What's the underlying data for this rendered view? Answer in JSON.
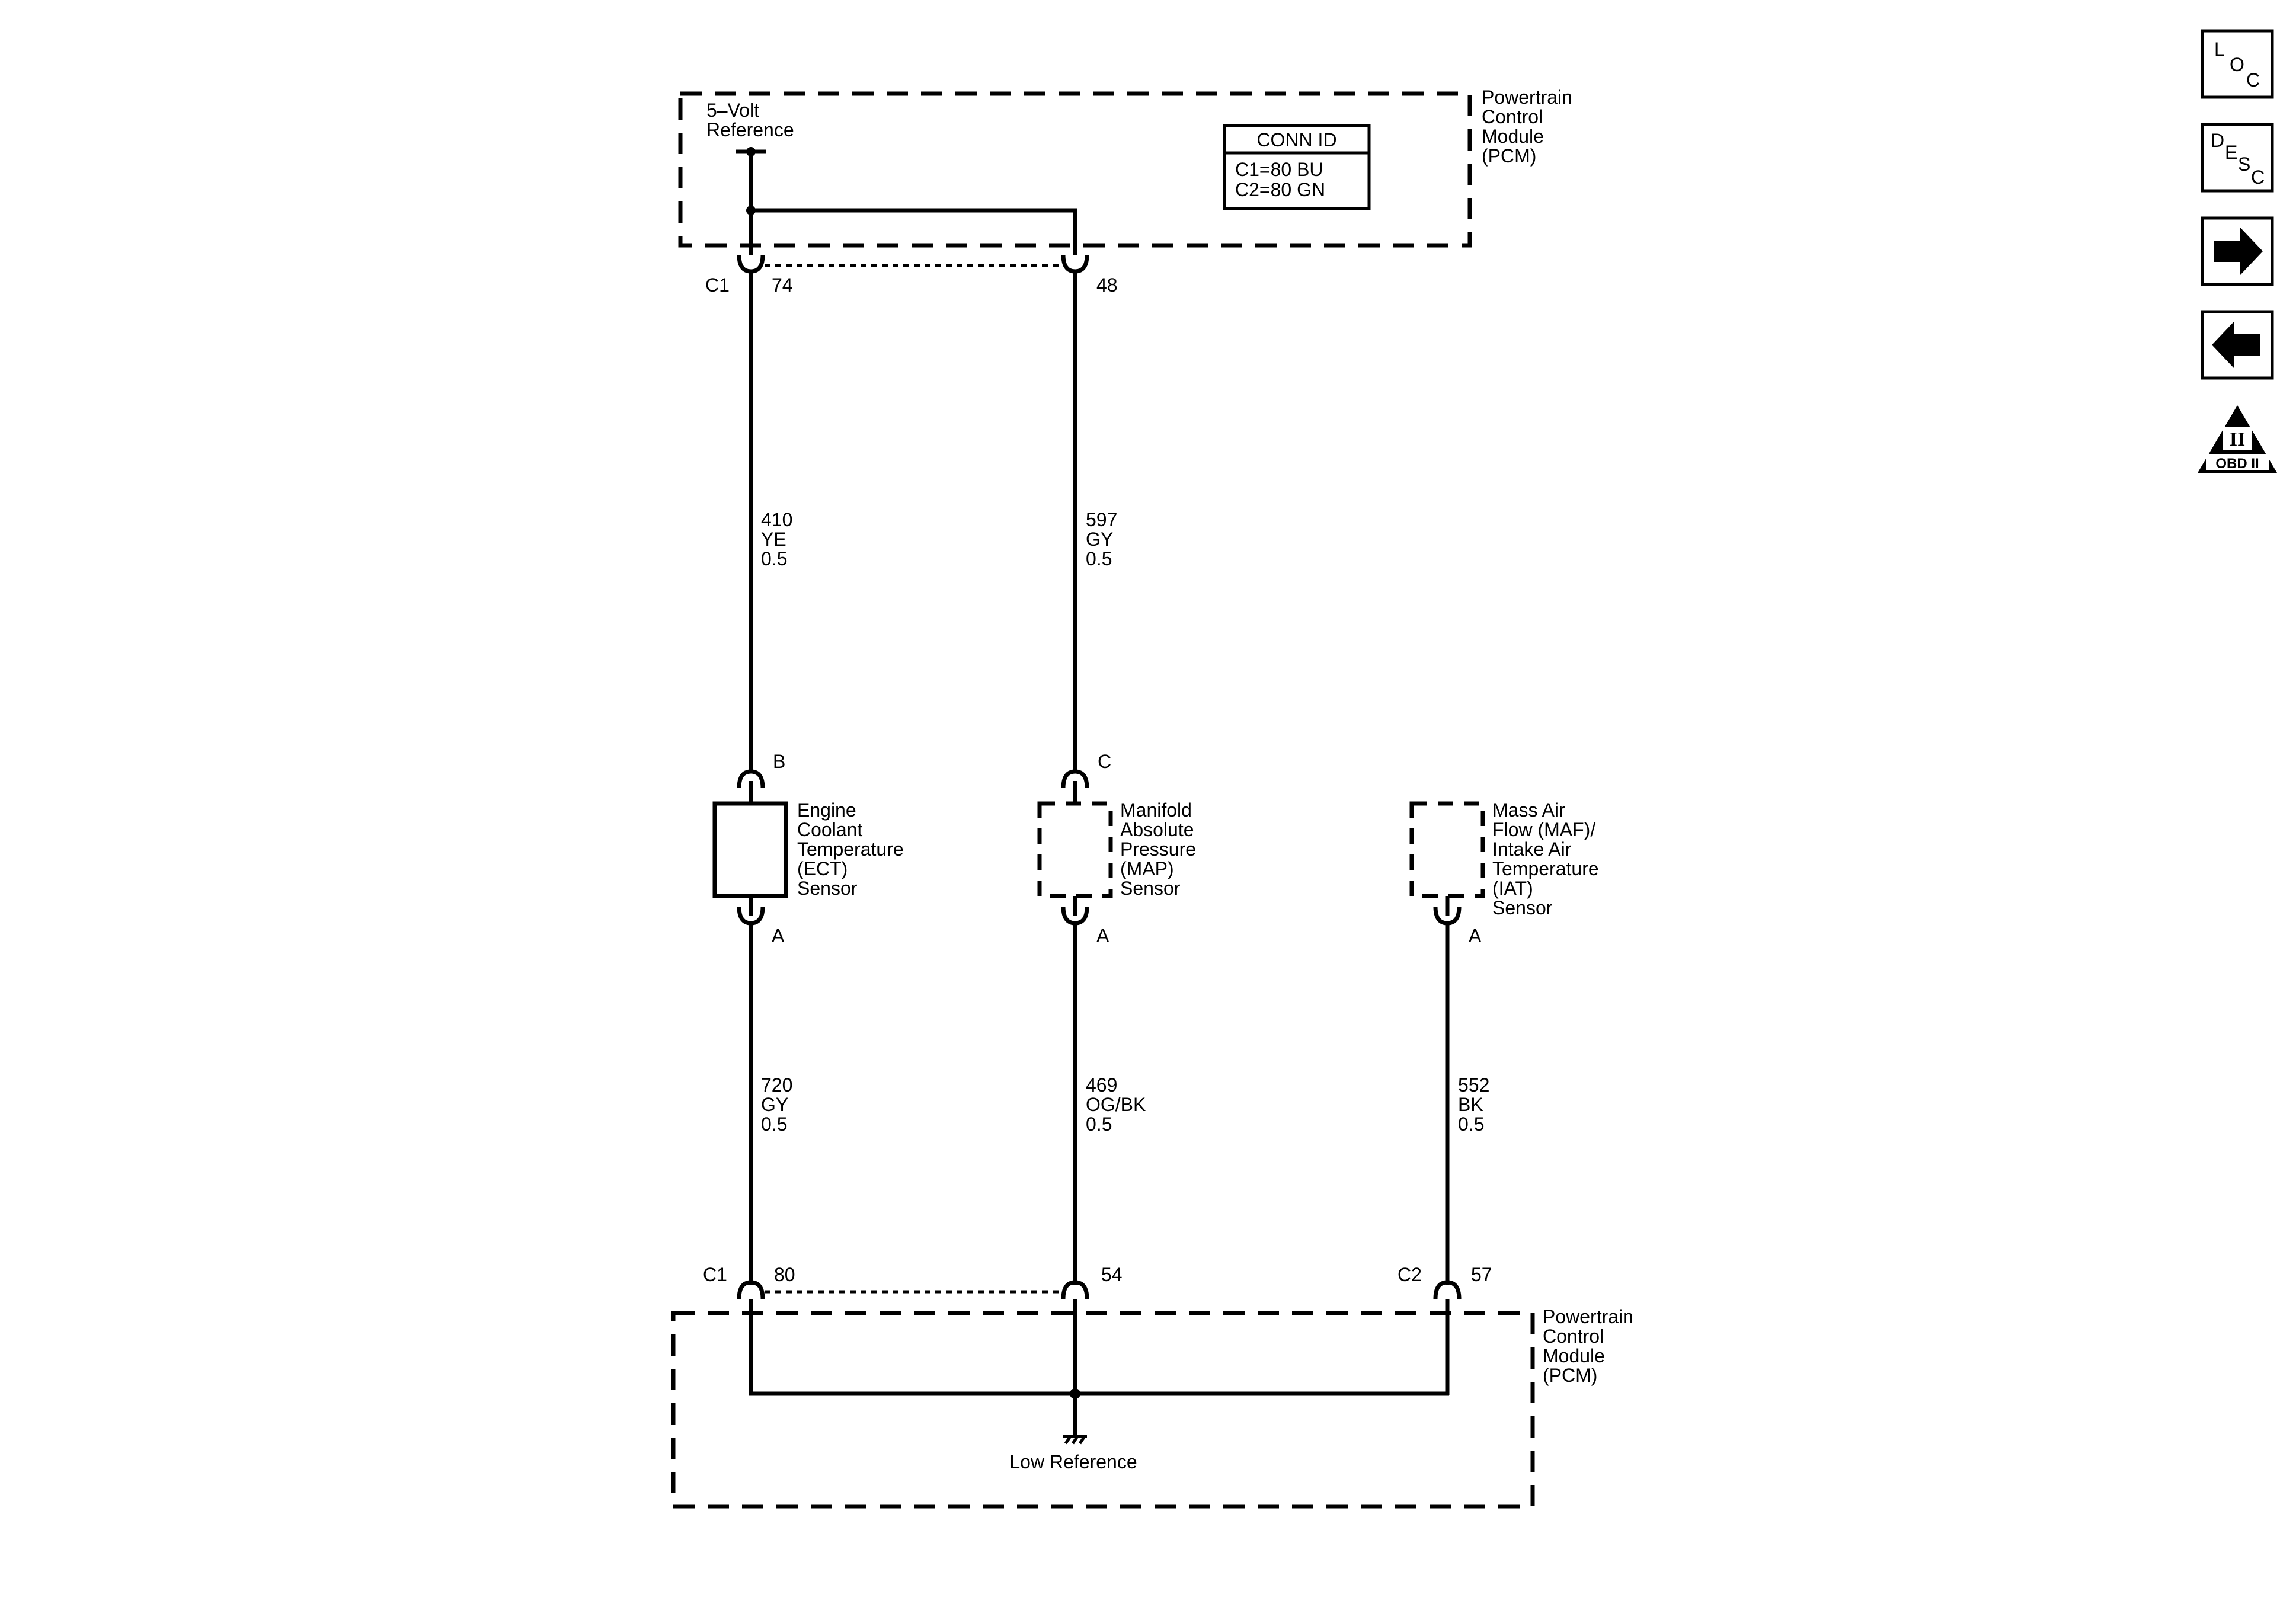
{
  "pcm_top": {
    "label": [
      "Powertrain",
      "Control",
      "Module",
      "(PCM)"
    ],
    "ref_label": [
      "5–Volt",
      "Reference"
    ],
    "conn_id_title": "CONN ID",
    "conn_id_lines": [
      "C1=80 BU",
      "C2=80 GN"
    ],
    "connector": "C1",
    "pin_a": "74",
    "pin_b": "48"
  },
  "wires_upper": [
    {
      "circuit": "410",
      "color": "YE",
      "gauge": "0.5"
    },
    {
      "circuit": "597",
      "color": "GY",
      "gauge": "0.5"
    }
  ],
  "sensors": [
    {
      "name": [
        "Engine",
        "Coolant",
        "Temperature",
        "(ECT)",
        "Sensor"
      ],
      "top_pin": "B",
      "bottom_pin": "A"
    },
    {
      "name": [
        "Manifold",
        "Absolute",
        "Pressure",
        "(MAP)",
        "Sensor"
      ],
      "top_pin": "C",
      "bottom_pin": "A"
    },
    {
      "name": [
        "Mass Air",
        "Flow (MAF)/",
        "Intake Air",
        "Temperature",
        "(IAT)",
        "Sensor"
      ],
      "bottom_pin": "A"
    }
  ],
  "wires_lower": [
    {
      "circuit": "720",
      "color": "GY",
      "gauge": "0.5"
    },
    {
      "circuit": "469",
      "color": "OG/BK",
      "gauge": "0.5"
    },
    {
      "circuit": "552",
      "color": "BK",
      "gauge": "0.5"
    }
  ],
  "pcm_bottom": {
    "label": [
      "Powertrain",
      "Control",
      "Module",
      "(PCM)"
    ],
    "connector_1": "C1",
    "pin_1": "80",
    "pin_2": "54",
    "connector_2": "C2",
    "pin_3": "57",
    "ground_label": "Low Reference"
  },
  "nav_icons": {
    "loc": [
      "L",
      "O",
      "C"
    ],
    "desc": [
      "D",
      "E",
      "S",
      "C"
    ],
    "obd": "OBD II",
    "obd_mark": "II"
  }
}
